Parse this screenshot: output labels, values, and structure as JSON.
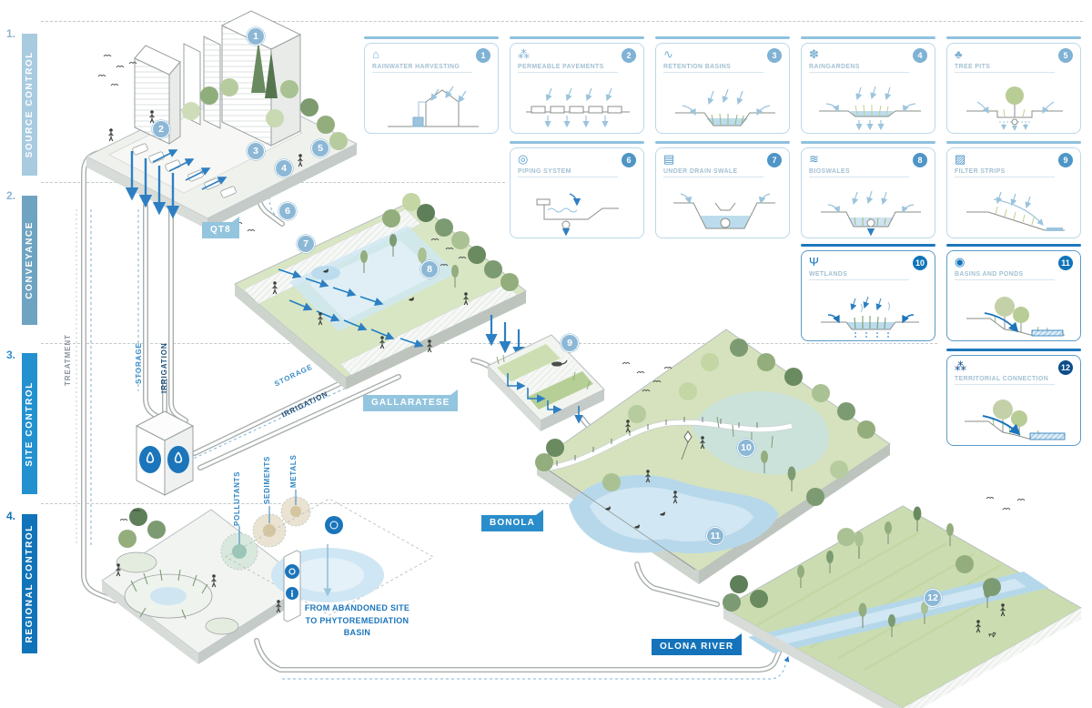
{
  "title_hint": "Urban stormwater management strategy diagram (Milan QT8 / Gallaratese / Bonola / Olona)",
  "phases": [
    {
      "number": "1.",
      "label": "SOURCE CONTROL",
      "color": "#a9cbdf"
    },
    {
      "number": "2.",
      "label": "CONVEYANCE",
      "color": "#6fa3c2"
    },
    {
      "number": "3.",
      "label": "SITE CONTROL",
      "color": "#2391d0"
    },
    {
      "number": "4.",
      "label": "REGIONAL CONTROL",
      "color": "#1173b8"
    }
  ],
  "cards": [
    {
      "number": "1",
      "title": "RAINWATER HARVESTING",
      "icon": "house-rain-icon",
      "glyph": "⌂"
    },
    {
      "number": "2",
      "title": "PERMEABLE PAVEMENTS",
      "icon": "pavement-grid-icon",
      "glyph": "⁂"
    },
    {
      "number": "3",
      "title": "RETENTION BASINS",
      "icon": "wave-basin-icon",
      "glyph": "∿"
    },
    {
      "number": "4",
      "title": "RAINGARDENS",
      "icon": "flower-icon",
      "glyph": "✽"
    },
    {
      "number": "5",
      "title": "TREE PITS",
      "icon": "twin-trees-icon",
      "glyph": "♣"
    },
    {
      "number": "6",
      "title": "PIPING SYSTEM",
      "icon": "pipe-swirl-icon",
      "glyph": "◎"
    },
    {
      "number": "7",
      "title": "UNDER DRAIN SWALE",
      "icon": "drain-hatch-icon",
      "glyph": "▤"
    },
    {
      "number": "8",
      "title": "BIOSWALES",
      "icon": "grass-rain-icon",
      "glyph": "≋"
    },
    {
      "number": "9",
      "title": "FILTER STRIPS",
      "icon": "filter-hatch-icon",
      "glyph": "▨"
    },
    {
      "number": "10",
      "title": "WETLANDS",
      "icon": "reed-plant-icon",
      "glyph": "Ψ"
    },
    {
      "number": "11",
      "title": "BASINS AND PONDS",
      "icon": "pond-trees-icon",
      "glyph": "◉"
    },
    {
      "number": "12",
      "title": "TERRITORIAL CONNECTION",
      "icon": "footsteps-icon",
      "glyph": "⁂"
    }
  ],
  "markers": [
    "1",
    "2",
    "3",
    "4",
    "5",
    "6",
    "7",
    "8",
    "9",
    "10",
    "11",
    "12"
  ],
  "site_labels": {
    "qt8": "QT8",
    "gallaratese": "GALLARATESE",
    "bonola": "BONOLA",
    "olona": "OLONA RIVER"
  },
  "flow_labels": {
    "treatment": "TREATMENT",
    "storage": "STORAGE",
    "irrigation": "IRRIGATION",
    "storage_branch": "STORAGE",
    "irrigation_branch": "IRRIGATION"
  },
  "contaminants": [
    "POLLUTANTS",
    "SEDIMENTS",
    "METALS"
  ],
  "note": {
    "lines": [
      "FROM ABANDONED SITE",
      "TO PHYTOREMEDIATION",
      "BASIN"
    ]
  },
  "palette": {
    "source_control": "#a9cbdf",
    "conveyance": "#6fa3c2",
    "site_control": "#2391d0",
    "regional_control": "#1173b8",
    "accent_blue": "#1b75bb",
    "arrow_blue": "#2e7fc2",
    "flag_light": "#93c5de",
    "flag_mid": "#2a8dcb",
    "flag_dark": "#1473ba",
    "card_border_light": "#bcd8e8",
    "card_border_strong": "#5b9ac8"
  }
}
